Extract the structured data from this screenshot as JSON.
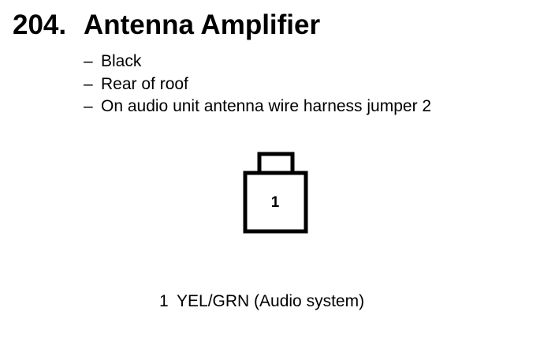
{
  "header": {
    "number": "204.",
    "title": "Antenna Amplifier"
  },
  "details": [
    {
      "dash": "–",
      "text": "Black"
    },
    {
      "dash": "–",
      "text": "Rear of roof"
    },
    {
      "dash": "–",
      "text": "On audio unit antenna wire harness jumper 2"
    }
  ],
  "connector": {
    "pin_label": "1"
  },
  "pins": [
    {
      "number": "1",
      "description": "YEL/GRN (Audio system)"
    }
  ],
  "colors": {
    "ink": "#000000",
    "background": "#ffffff"
  }
}
